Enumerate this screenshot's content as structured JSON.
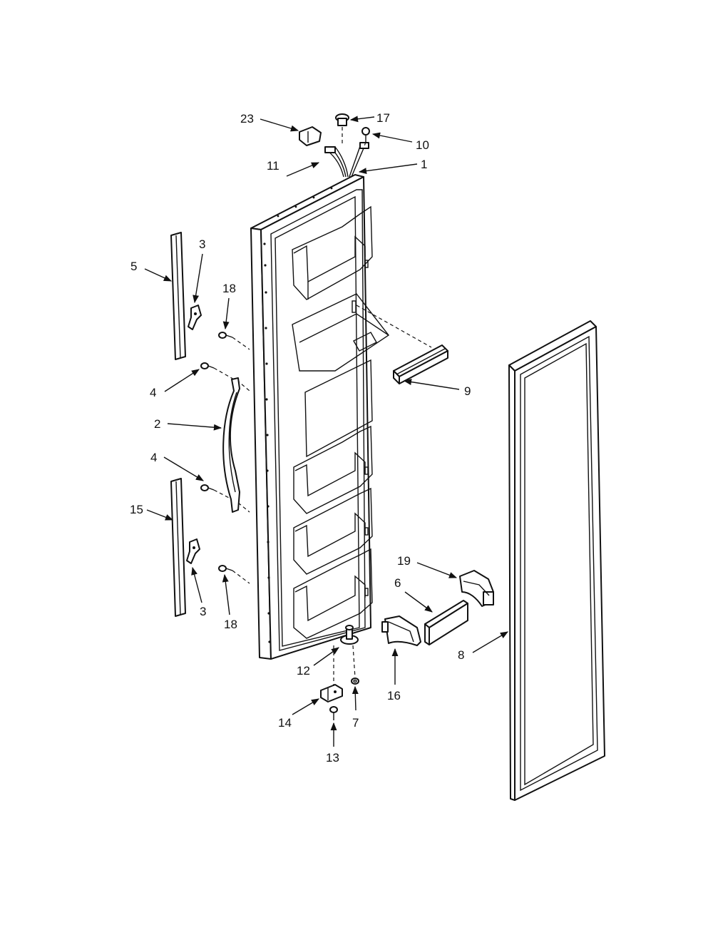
{
  "diagram": {
    "callouts": [
      {
        "id": "c23",
        "label": "23"
      },
      {
        "id": "c17",
        "label": "17"
      },
      {
        "id": "c10",
        "label": "10"
      },
      {
        "id": "c11",
        "label": "11"
      },
      {
        "id": "c1",
        "label": "1"
      },
      {
        "id": "c5",
        "label": "5"
      },
      {
        "id": "c3a",
        "label": "3"
      },
      {
        "id": "c18a",
        "label": "18"
      },
      {
        "id": "c9",
        "label": "9"
      },
      {
        "id": "c4a",
        "label": "4"
      },
      {
        "id": "c2",
        "label": "2"
      },
      {
        "id": "c4b",
        "label": "4"
      },
      {
        "id": "c15",
        "label": "15"
      },
      {
        "id": "c3b",
        "label": "3"
      },
      {
        "id": "c18b",
        "label": "18"
      },
      {
        "id": "c19",
        "label": "19"
      },
      {
        "id": "c6",
        "label": "6"
      },
      {
        "id": "c8",
        "label": "8"
      },
      {
        "id": "c16",
        "label": "16"
      },
      {
        "id": "c12",
        "label": "12"
      },
      {
        "id": "c14",
        "label": "14"
      },
      {
        "id": "c7",
        "label": "7"
      },
      {
        "id": "c13",
        "label": "13"
      }
    ]
  }
}
